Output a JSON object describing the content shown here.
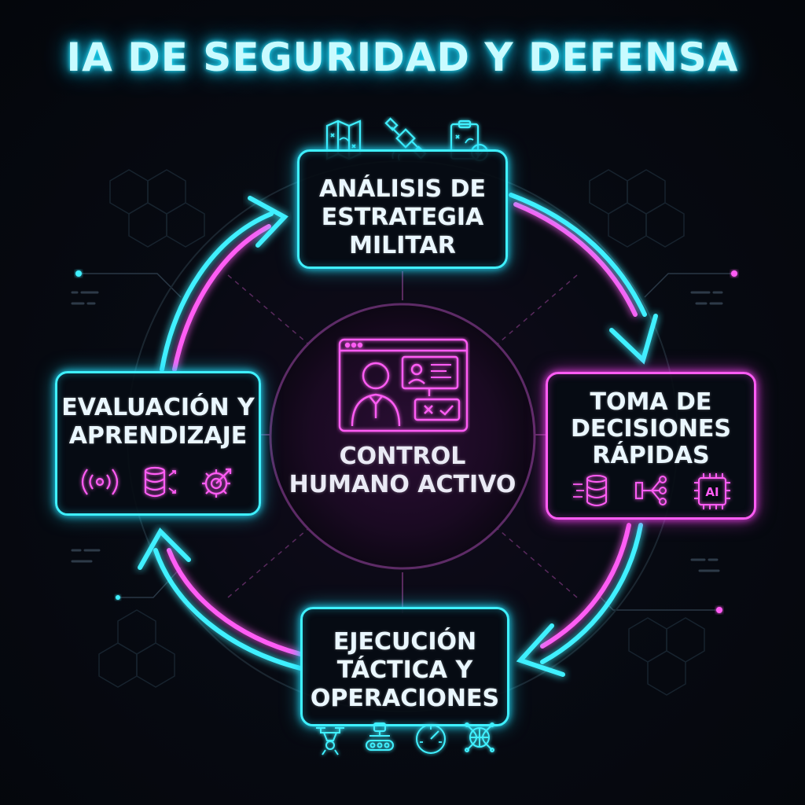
{
  "title": "IA DE SEGURIDAD Y DEFENSA",
  "center": {
    "line1": "CONTROL",
    "line2": "HUMANO ACTIVO",
    "icon": "human-operator-screen-icon"
  },
  "stages": {
    "top": {
      "line1": "ANÁLISIS DE",
      "line2": "ESTRATEGIA",
      "line3": "MILITAR",
      "icons": [
        "map-icon",
        "satellite-icon",
        "tactical-clipboard-icon"
      ]
    },
    "right": {
      "line1": "TOMA DE",
      "line2": "DECISIONES",
      "line3": "RÁPIDAS",
      "icons": [
        "database-speed-icon",
        "decision-tree-icon",
        "ai-chip-icon"
      ],
      "chip_text": "AI"
    },
    "bottom": {
      "line1": "EJECUCIÓN",
      "line2": "TÁCTICA Y",
      "line3": "OPERACIONES",
      "icons": [
        "drone-icon",
        "robot-vehicle-icon",
        "gauge-icon",
        "network-globe-icon"
      ]
    },
    "left": {
      "line1": "EVALUACIÓN Y",
      "line2": "APRENDIZAJE",
      "icons": [
        "signal-broadcast-icon",
        "database-sync-icon",
        "gear-target-icon"
      ]
    }
  },
  "colors": {
    "cyan": "#3ff0ff",
    "magenta": "#ff5cf4",
    "background": "#05070d"
  }
}
